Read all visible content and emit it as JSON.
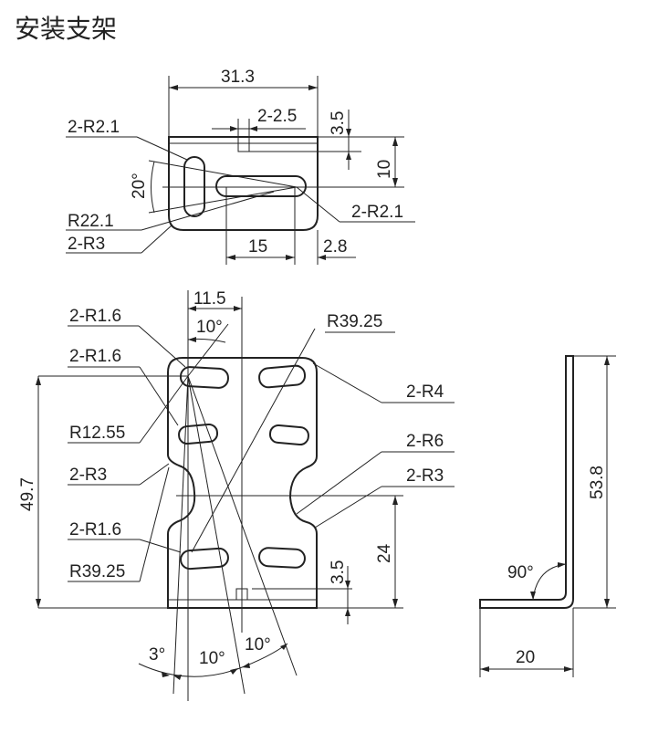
{
  "title": "安装支架",
  "top_view": {
    "width": "31.3",
    "notch_width": "2-2.5",
    "notch_depth": "3.5",
    "height": "10",
    "slot_radius_left": "2-R2.1",
    "angle": "20°",
    "arc_radius": "R22.1",
    "corner_radius": "2-R3",
    "slot_radius_right": "2-R2.1",
    "slot_spacing": "15",
    "edge_offset": "2.8"
  },
  "front_view": {
    "offset": "11.5",
    "angle_top": "10°",
    "r16_a": "2-R1.6",
    "r16_b": "2-R1.6",
    "r1255": "R12.55",
    "r3_left": "2-R3",
    "r16_c": "2-R1.6",
    "r3925_left": "R39.25",
    "r3925_right": "R39.25",
    "r4": "2-R4",
    "r6": "2-R6",
    "r3_right": "2-R3",
    "height": "49.7",
    "lower_height": "24",
    "notch_depth": "3.5",
    "angle_3": "3°",
    "angle_10a": "10°",
    "angle_10b": "10°"
  },
  "side_view": {
    "height": "53.8",
    "angle": "90°",
    "width": "20"
  }
}
